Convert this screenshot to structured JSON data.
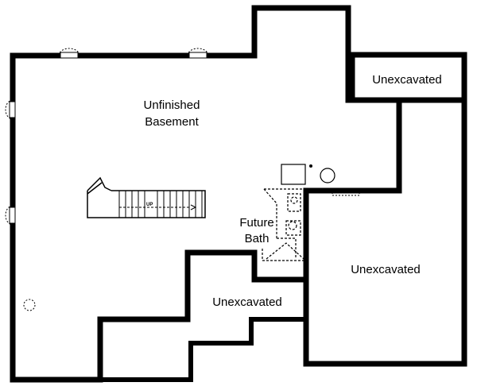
{
  "labels": {
    "unfinished_line1": "Unfinished",
    "unfinished_line2": "Basement",
    "unexcavated_top_right": "Unexcavated",
    "unexcavated_right": "Unexcavated",
    "unexcavated_bottom": "Unexcavated",
    "bath_line1": "Future",
    "bath_line2": "Bath",
    "stair_direction": "UP"
  },
  "colors": {
    "wall": "#000000",
    "background": "#ffffff"
  }
}
